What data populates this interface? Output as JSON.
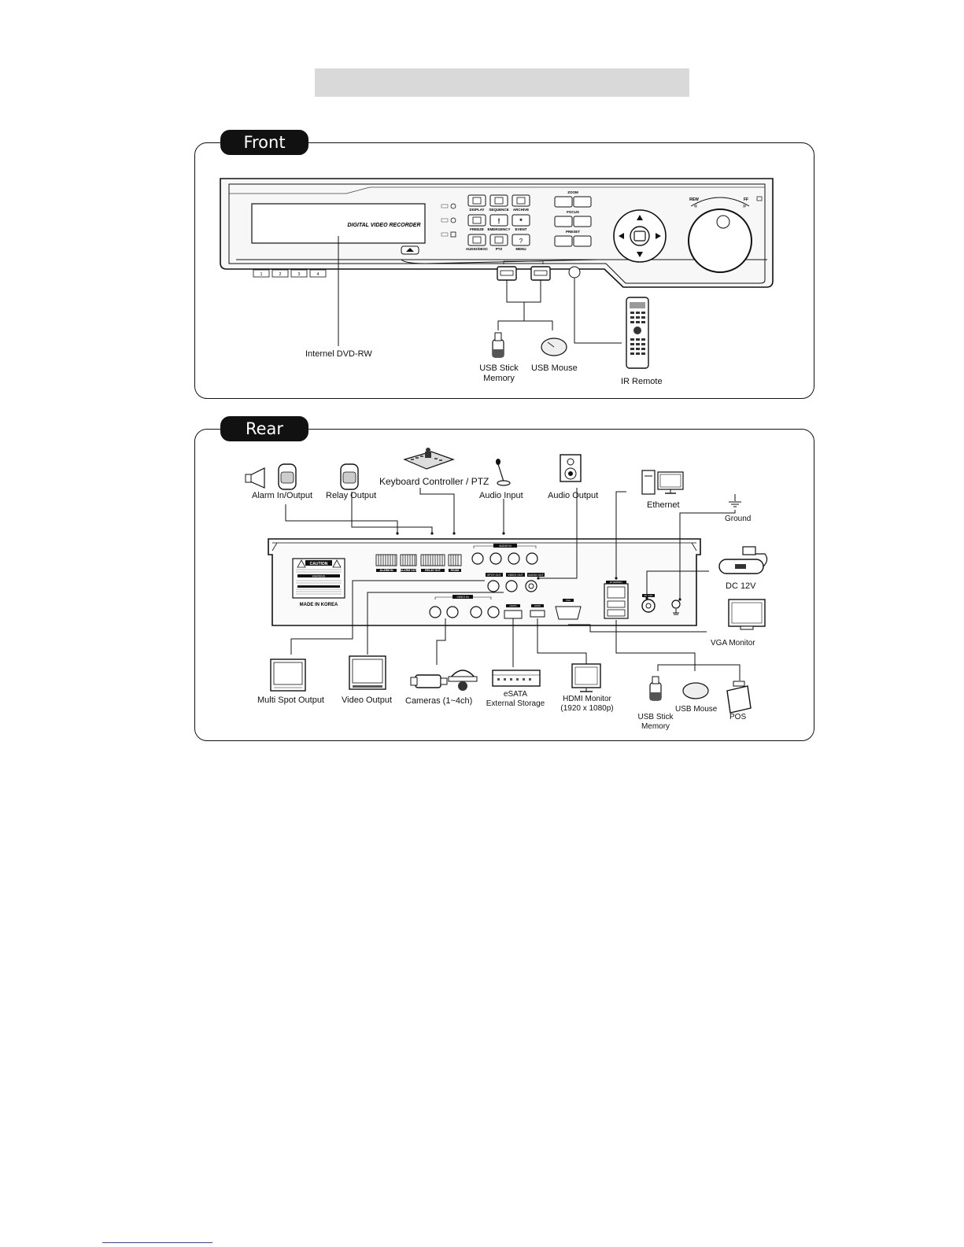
{
  "front": {
    "tab_label": "Front",
    "device_text": "DIGITAL VIDEO RECORDER",
    "buttons": [
      "DISPLAY",
      "SEQUENCE",
      "ARCHIVE",
      "FREEZE",
      "EMERGENCY",
      "EVENT",
      "AUDIO/DESC",
      "PTZ",
      "MENU"
    ],
    "ptz_labels": {
      "zoom": "ZOOM",
      "focus": "FOCUS",
      "preset": "PRESET"
    },
    "dial_labels": {
      "rew": "REW",
      "ff": "FF"
    },
    "channel_buttons": [
      "1",
      "2",
      "3",
      "4"
    ],
    "labels": {
      "dvd": "Internel DVD-RW",
      "usb_stick_line1": "USB Stick",
      "usb_stick_line2": "Memory",
      "usb_mouse": "USB Mouse",
      "ir_remote": "IR Remote"
    }
  },
  "rear": {
    "tab_label": "Rear",
    "caution_label": {
      "caution": "CAUTION",
      "warning": "WARNING",
      "made_in": "MADE IN KOREA"
    },
    "port_labels": {
      "alarm_in": "ALARM IN",
      "alarm_out": "ALARM OUT",
      "relay_out": "RELAY OUT",
      "rs485": "RS485",
      "audio_in": "AUDIO IN",
      "spot_out": "SPOT OUT",
      "video_out": "VIDEO OUT",
      "audio_out": "AUDIO OUT",
      "video_in": "VIDEO IN",
      "esata": "eSATA",
      "hdmi": "HDMI",
      "vga": "VGA",
      "ethernet": "ETHERNET",
      "power": "DC 12V"
    },
    "labels": {
      "alarm": "Alarm In/Output",
      "relay": "Relay Output",
      "keyboard": "Keyboard Controller / PTZ",
      "audio_input": "Audio Input",
      "audio_output": "Audio Output",
      "ethernet": "Ethernet",
      "ground": "Ground",
      "dc12v": "DC 12V",
      "vga_monitor": "VGA Monitor",
      "multi_spot": "Multi Spot Output",
      "video_output": "Video Output",
      "cameras": "Cameras (1~4ch)",
      "esata_line1": "eSATA",
      "esata_line2": "External Storage",
      "hdmi_line1": "HDMI Monitor",
      "hdmi_line2": "(1920 x 1080p)",
      "usb_stick_line1": "USB Stick",
      "usb_stick_line2": "Memory",
      "usb_mouse": "USB Mouse",
      "pos": "POS"
    }
  }
}
